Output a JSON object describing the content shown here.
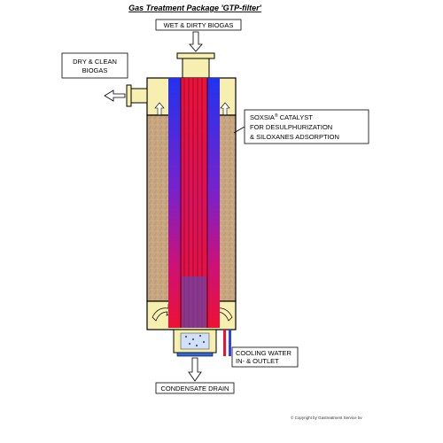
{
  "title": "Gas Treatment Package 'GTP-filter'",
  "labels": {
    "inlet": "WET & DIRTY BIOGAS",
    "outlet_line1": "DRY & CLEAN",
    "outlet_line2": "BIOGAS",
    "catalyst_line1_prefix": "SOXSIA",
    "catalyst_line1_suffix": " CATALYST",
    "catalyst_sup": "®",
    "catalyst_line2": "FOR DESULPHURIZATION",
    "catalyst_line3": "& SILOXANES ADSORPTION",
    "cooling_line1": "COOLING WATER",
    "cooling_line2": "IN- & OUTLET",
    "drain": "CONDENSATE DRAIN"
  },
  "copyright": "© Copyright by Gastreatment Service bv",
  "colors": {
    "vessel_top": "#f6efb0",
    "catalyst_bed": "#c8a680",
    "tube_hot": "#ee1133",
    "tube_cold": "#3344dd",
    "tube_mid": "#9933bb",
    "outline": "#000000"
  }
}
